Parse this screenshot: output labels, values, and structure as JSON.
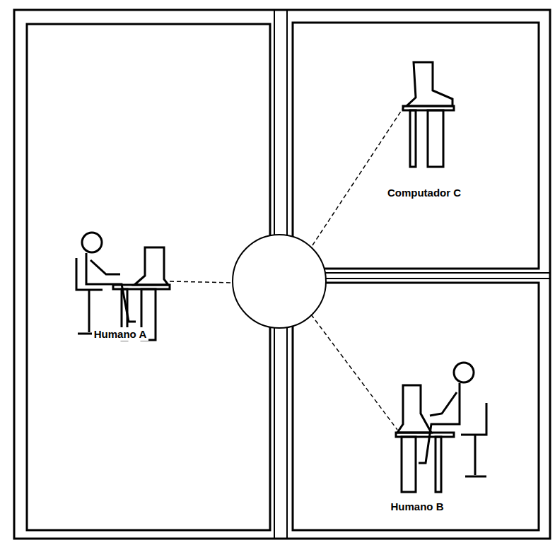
{
  "diagram": {
    "nodes": [
      {
        "text": [
          "Humano A"
        ]
      },
      {
        "text": [
          "Computador C"
        ]
      },
      {
        "text": [
          "Humano B"
        ]
      }
    ]
  }
}
